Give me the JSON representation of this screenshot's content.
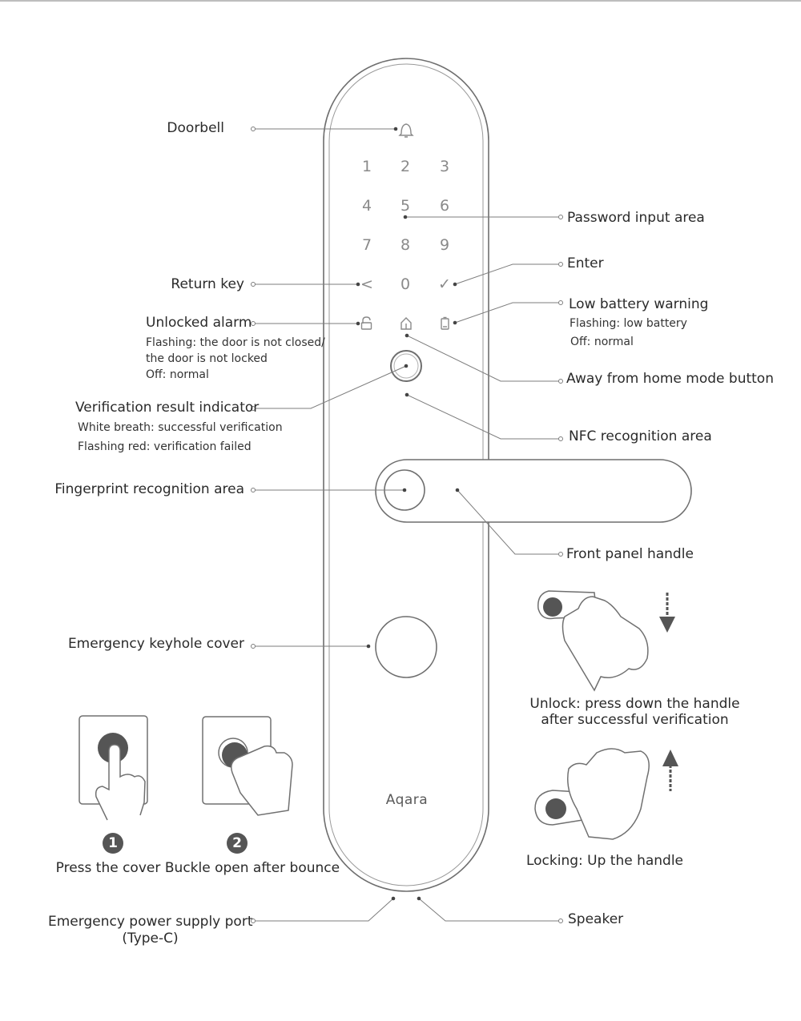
{
  "device": {
    "brand": "Aqara",
    "keypad": [
      "1",
      "2",
      "3",
      "4",
      "5",
      "6",
      "7",
      "8",
      "9",
      "<",
      "0",
      "✓"
    ]
  },
  "callouts": {
    "doorbell": "Doorbell",
    "password_input_area": "Password input area",
    "enter": "Enter",
    "return_key": "Return key",
    "low_battery_warning": {
      "title": "Low battery warning",
      "line1": "Flashing: low battery",
      "line2": "Off: normal"
    },
    "unlocked_alarm": {
      "title": "Unlocked alarm",
      "line1": "Flashing: the door is not closed/",
      "line2": "the door is not locked",
      "line3": "Off: normal"
    },
    "away_from_home": "Away from home mode button",
    "verification_indicator": {
      "title": "Verification result indicator",
      "line1": "White breath: successful verification",
      "line2": "Flashing red: verification failed"
    },
    "nfc_area": "NFC recognition area",
    "fingerprint_area": "Fingerprint recognition area",
    "front_handle": "Front panel handle",
    "emergency_keyhole": "Emergency keyhole cover",
    "emergency_power": {
      "line1": "Emergency power supply port",
      "line2": "(Type-C)"
    },
    "speaker": "Speaker"
  },
  "instructions": {
    "step1_number": "1",
    "step1_label": "Press the cover",
    "step2_number": "2",
    "step2_label": "Buckle open after bounce",
    "unlock_line1": "Unlock: press down the handle",
    "unlock_line2": "after successful verification",
    "lock_label": "Locking: Up the handle"
  }
}
